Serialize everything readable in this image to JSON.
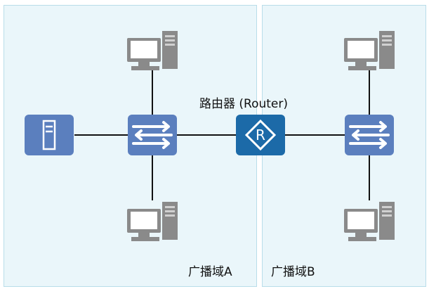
{
  "domains": {
    "a": {
      "label": "广播域A"
    },
    "b": {
      "label": "广播域B"
    }
  },
  "router": {
    "label": "路由器 (Router)"
  },
  "colors": {
    "domain_fill": "#eaf6fa",
    "domain_border": "#b9dde9",
    "switch_fill": "#5b7fbe",
    "router_fill": "#1c6aa8",
    "pc_gray": "#8a8a8a",
    "link": "#111111"
  },
  "icons": {
    "server": "server-icon",
    "switch": "switch-icon",
    "router": "router-icon",
    "pc": "computer-icon"
  }
}
